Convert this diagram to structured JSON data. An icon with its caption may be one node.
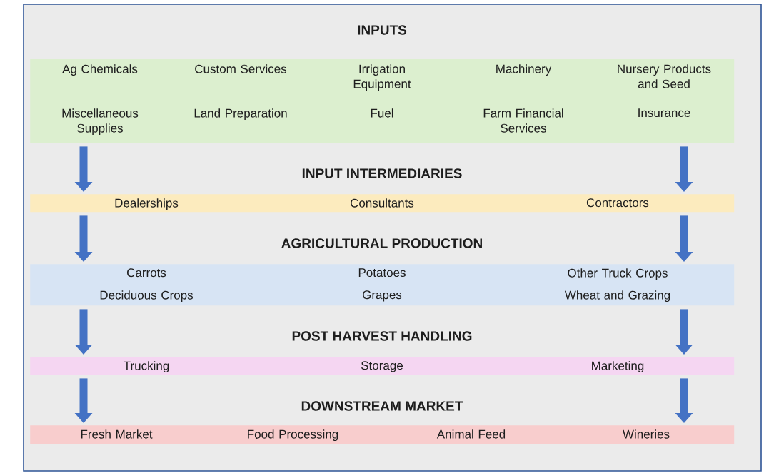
{
  "diagram": {
    "nodes": [
      {
        "text": [
          "INPUTS",
          "Ag Chemicals",
          "Custom Services",
          "Irrigation Equipment",
          "Machinery",
          "Nursery Products and Seed",
          "Miscellaneous Supplies",
          "Land Preparation",
          "Fuel",
          "Farm Financial Services",
          "Insurance"
        ]
      },
      {
        "text": [
          "INPUT INTERMEDIARIES",
          "Dealerships",
          "Consultants",
          "Contractors"
        ]
      },
      {
        "text": [
          "AGRICULTURAL PRODUCTION",
          "Carrots",
          "Potatoes",
          "Other Truck Crops",
          "Deciduous Crops",
          "Grapes",
          "Wheat and Grazing"
        ]
      },
      {
        "text": [
          "POST HARVEST HANDLING",
          "Trucking",
          "Storage",
          "Marketing"
        ]
      },
      {
        "text": [
          "DOWNSTREAM MARKET",
          "Fresh Market",
          "Food Processing",
          "Animal Feed",
          "Wineries"
        ]
      }
    ],
    "edges": [
      {
        "from": 0,
        "to": 1,
        "arrow": "to"
      },
      {
        "from": 0,
        "to": 1,
        "arrow": "to"
      },
      {
        "from": 1,
        "to": 2,
        "arrow": "to"
      },
      {
        "from": 1,
        "to": 2,
        "arrow": "to"
      },
      {
        "from": 2,
        "to": 3,
        "arrow": "to"
      },
      {
        "from": 2,
        "to": 3,
        "arrow": "to"
      },
      {
        "from": 3,
        "to": 4,
        "arrow": "to"
      },
      {
        "from": 3,
        "to": 4,
        "arrow": "to"
      }
    ]
  }
}
